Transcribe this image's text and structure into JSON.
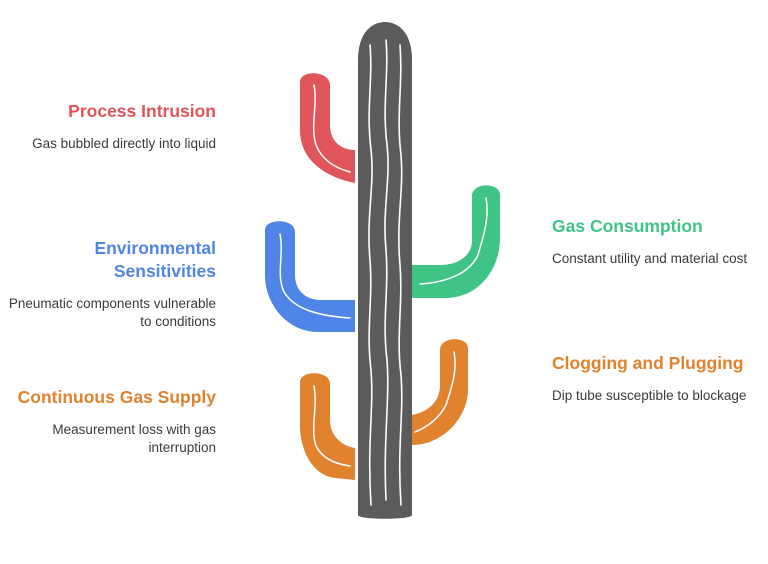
{
  "colors": {
    "trunk": "#5b5b5b",
    "red": "#e0555a",
    "green": "#3fc486",
    "blue": "#4f85e6",
    "orange": "#e0822e",
    "stroke_light": "#ffffff"
  },
  "items": [
    {
      "title": "Process Intrusion",
      "description": "Gas bubbled directly into liquid",
      "color": "#e0555a",
      "side": "left"
    },
    {
      "title": "Gas Consumption",
      "description": "Constant utility and material cost",
      "color": "#3fc486",
      "side": "right"
    },
    {
      "title": "Environmental Sensitivities",
      "description": "Pneumatic components vulnerable to conditions",
      "color": "#4f85e6",
      "side": "left"
    },
    {
      "title": "Clogging and Plugging",
      "description": "Dip tube susceptible to blockage",
      "color": "#e0822e",
      "side": "right"
    },
    {
      "title": "Continuous Gas Supply",
      "description": "Measurement loss with gas interruption",
      "color": "#e0822e",
      "side": "left"
    }
  ]
}
